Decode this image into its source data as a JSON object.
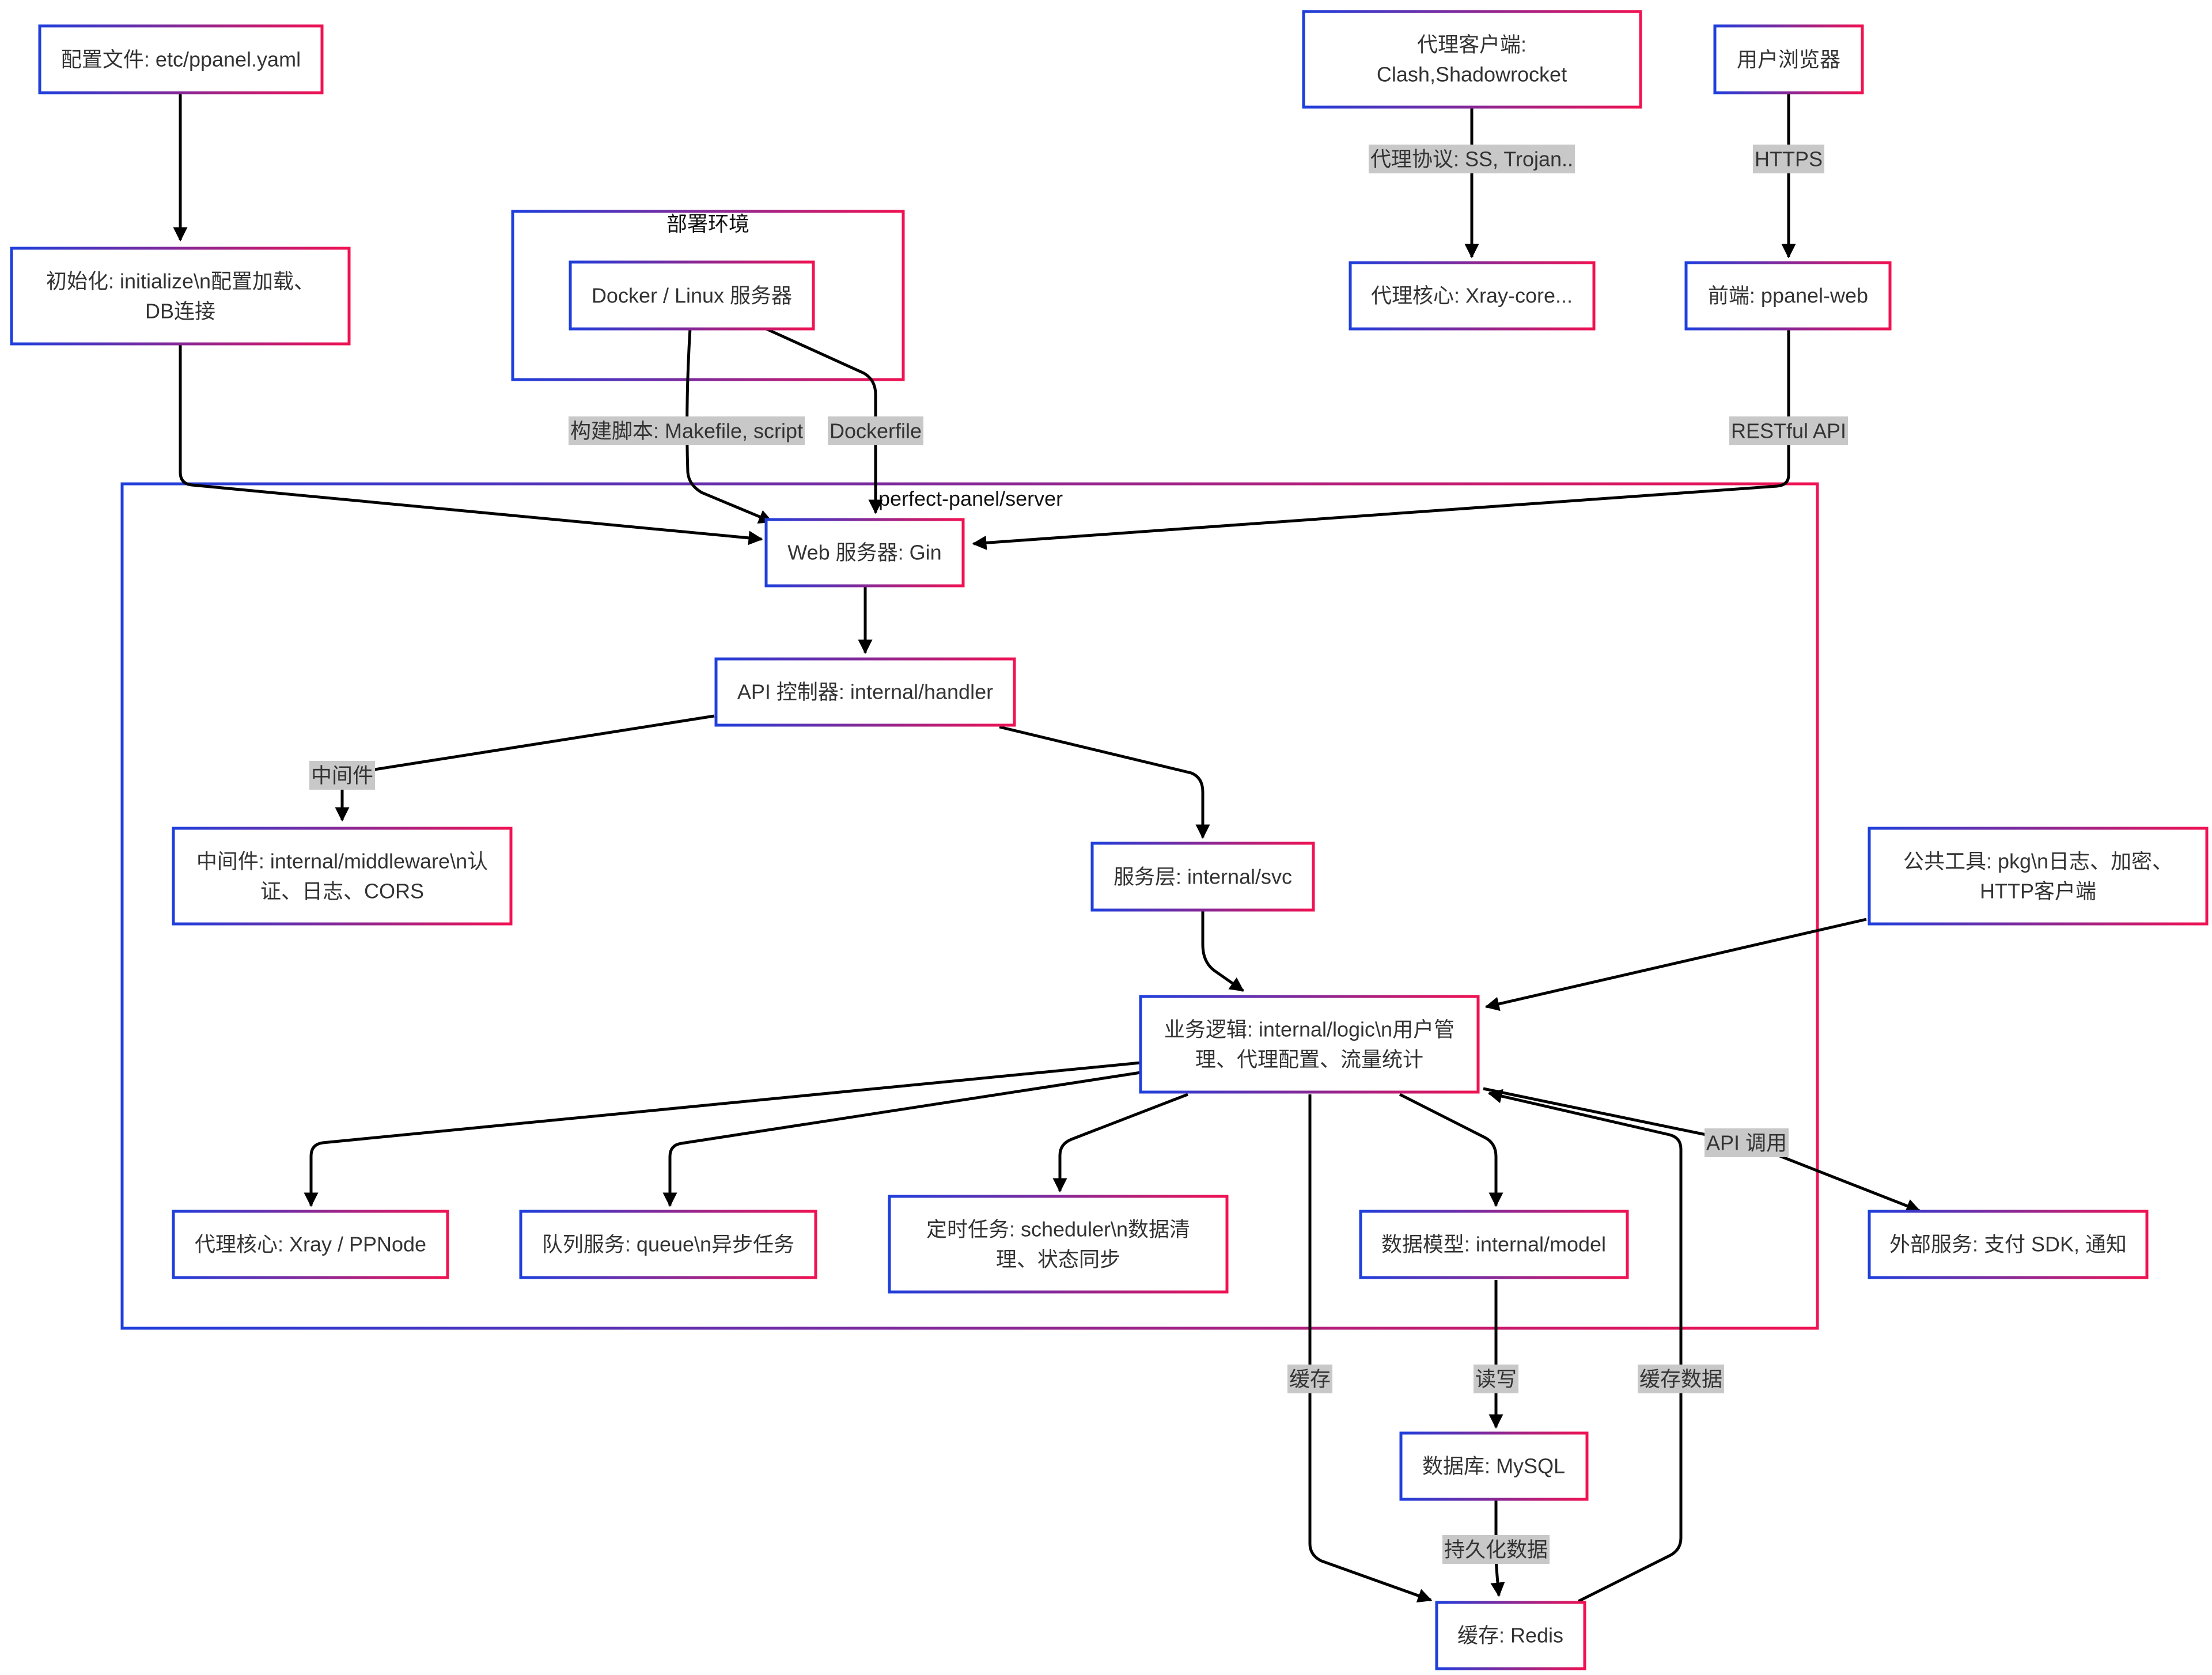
{
  "colors": {
    "border_gradient_start": "#1f3fdc",
    "border_gradient_end": "#f01252",
    "edge": "#000000",
    "label_background": "#c8c8c8",
    "text": "#333333"
  },
  "groups": {
    "deploy": {
      "title": "部署环境"
    },
    "server": {
      "title": "perfect-panel/server"
    }
  },
  "nodes": {
    "config": {
      "lines": [
        "配置文件: etc/ppanel.yaml"
      ]
    },
    "init": {
      "lines": [
        "初始化: initialize\\n配置加载、",
        "DB连接"
      ]
    },
    "docker": {
      "lines": [
        "Docker / Linux 服务器"
      ]
    },
    "client": {
      "lines": [
        "代理客户端:",
        "Clash,Shadowrocket"
      ]
    },
    "browser": {
      "lines": [
        "用户浏览器"
      ]
    },
    "xray_core": {
      "lines": [
        "代理核心: Xray-core..."
      ]
    },
    "frontend": {
      "lines": [
        "前端: ppanel-web"
      ]
    },
    "gin": {
      "lines": [
        "Web 服务器: Gin"
      ]
    },
    "handler": {
      "lines": [
        "API 控制器: internal/handler"
      ]
    },
    "middleware": {
      "lines": [
        "中间件: internal/middleware\\n认",
        "证、日志、CORS"
      ]
    },
    "svc": {
      "lines": [
        "服务层: internal/svc"
      ]
    },
    "pkg": {
      "lines": [
        "公共工具: pkg\\n日志、加密、",
        "HTTP客户端"
      ]
    },
    "logic": {
      "lines": [
        "业务逻辑: internal/logic\\n用户管",
        "理、代理配置、流量统计"
      ]
    },
    "ppnode": {
      "lines": [
        "代理核心: Xray / PPNode"
      ]
    },
    "queue": {
      "lines": [
        "队列服务: queue\\n异步任务"
      ]
    },
    "scheduler": {
      "lines": [
        "定时任务: scheduler\\n数据清",
        "理、状态同步"
      ]
    },
    "model": {
      "lines": [
        "数据模型: internal/model"
      ]
    },
    "external": {
      "lines": [
        "外部服务: 支付 SDK, 通知"
      ]
    },
    "mysql": {
      "lines": [
        "数据库: MySQL"
      ]
    },
    "redis": {
      "lines": [
        "缓存: Redis"
      ]
    }
  },
  "edge_labels": {
    "client_xray": "代理协议: SS, Trojan..",
    "browser_frontend": "HTTPS",
    "docker_build": "构建脚本: Makefile, script",
    "docker_file": "Dockerfile",
    "frontend_api": "RESTful API",
    "handler_middleware": "中间件",
    "logic_external": "API 调用",
    "logic_cache": "缓存",
    "model_mysql": "读写",
    "redis_logic": "缓存数据",
    "mysql_redis": "持久化数据"
  }
}
